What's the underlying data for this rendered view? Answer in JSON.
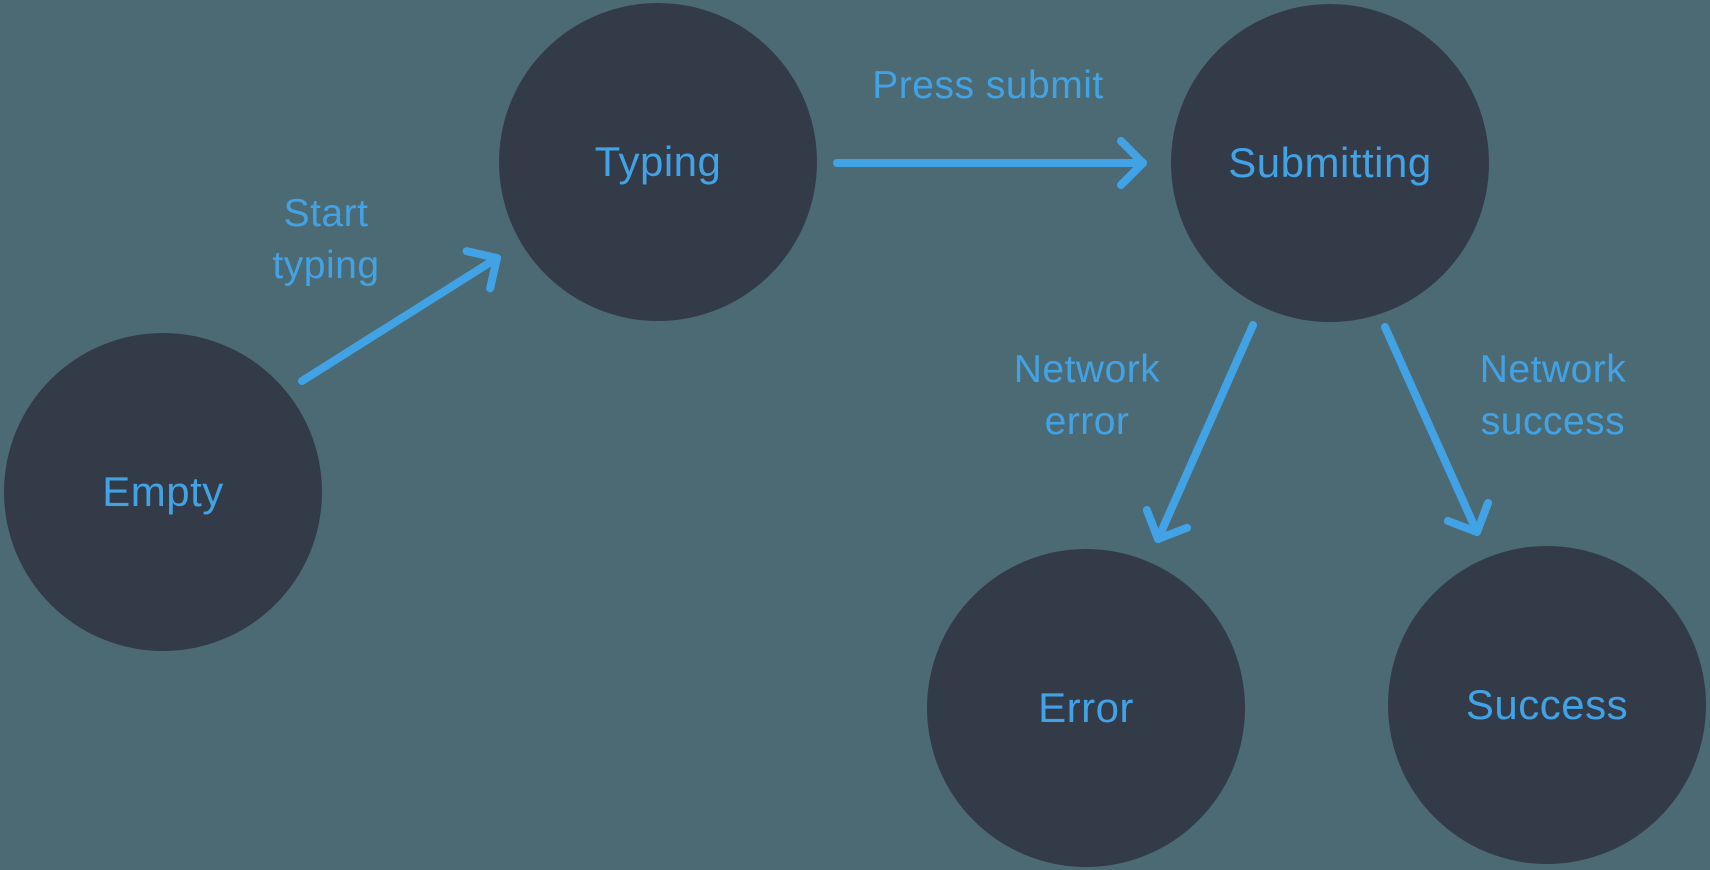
{
  "diagram": {
    "type": "state-machine",
    "colors": {
      "background": "#4C6A73",
      "node_fill": "#333B48",
      "accent": "#41A3E6"
    },
    "nodes": [
      {
        "id": "empty",
        "label": "Empty"
      },
      {
        "id": "typing",
        "label": "Typing"
      },
      {
        "id": "submitting",
        "label": "Submitting"
      },
      {
        "id": "error",
        "label": "Error"
      },
      {
        "id": "success",
        "label": "Success"
      }
    ],
    "transitions": [
      {
        "from": "empty",
        "to": "typing",
        "label": "Start typing"
      },
      {
        "from": "typing",
        "to": "submitting",
        "label": "Press submit"
      },
      {
        "from": "submitting",
        "to": "error",
        "label": "Network error"
      },
      {
        "from": "submitting",
        "to": "success",
        "label": "Network success"
      }
    ]
  }
}
